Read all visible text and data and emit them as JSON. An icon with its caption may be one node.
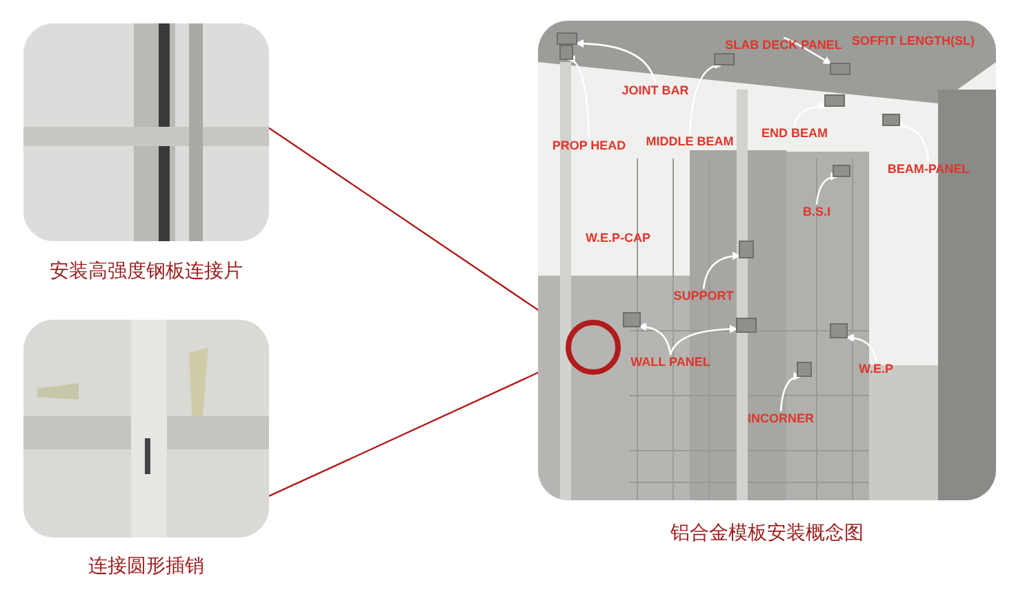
{
  "diagram": {
    "nodes": [
      {
        "text": [],
        "shape": "picture",
        "beside": [
          "安装高强度钢板连接片"
        ]
      },
      {
        "text": [],
        "shape": "picture",
        "beside": [
          "连接圆形插销"
        ]
      },
      {
        "text": [],
        "shape": "picture",
        "beside": [
          "铝合金模板安装概念图"
        ]
      },
      {
        "text": [],
        "shape": "circle",
        "in": 2
      },
      {
        "text": [
          "SLAB DECK PANEL"
        ],
        "in": 2
      },
      {
        "text": [
          "JOINT BAR"
        ],
        "in": 2
      },
      {
        "text": [
          "PROP HEAD"
        ],
        "in": 2
      },
      {
        "text": [
          "MIDDLE BEAM"
        ],
        "in": 2
      },
      {
        "text": [
          "END BEAM"
        ],
        "in": 2
      },
      {
        "text": [
          "BEAM-PANEL"
        ],
        "in": 2
      },
      {
        "text": [
          "B.S.I"
        ],
        "in": 2
      },
      {
        "text": [
          "SUPPORT"
        ],
        "in": 2
      },
      {
        "text": [
          "WALL PANEL"
        ],
        "in": 2
      },
      {
        "text": [
          "W.E.P"
        ],
        "in": 2
      },
      {
        "text": [
          "INCORNER"
        ],
        "in": 2
      },
      {
        "text": [],
        "shape": "box",
        "in": 2
      },
      {
        "text": [],
        "shape": "box",
        "in": 2
      },
      {
        "text": [],
        "shape": "box",
        "in": 2
      },
      {
        "text": [],
        "shape": "box",
        "in": 2
      },
      {
        "text": [],
        "shape": "box",
        "in": 2
      },
      {
        "text": [],
        "shape": "box",
        "in": 2
      },
      {
        "text": [],
        "shape": "box",
        "in": 2
      },
      {
        "text": [],
        "shape": "box",
        "in": 2
      },
      {
        "text": [],
        "shape": "box",
        "in": 2
      },
      {
        "text": [],
        "shape": "box",
        "in": 2
      },
      {
        "text": [],
        "shape": "box",
        "in": 2
      },
      {
        "text": [],
        "shape": "box",
        "in": 2
      }
    ],
    "edges": [
      {
        "from": 3,
        "to": 0,
        "arrow": "none",
        "color": "#b01c1c"
      },
      {
        "from": 3,
        "to": 1,
        "arrow": "none",
        "color": "#b01c1c"
      },
      {
        "from": 4,
        "to": 15,
        "arrow": "to"
      },
      {
        "from": 5,
        "to": 16,
        "arrow": "to"
      },
      {
        "from": 6,
        "to": 17,
        "arrow": "to"
      },
      {
        "from": 7,
        "to": 18,
        "arrow": "to"
      },
      {
        "from": 8,
        "to": 19,
        "arrow": "to"
      },
      {
        "from": 9,
        "to": 20,
        "arrow": "to"
      },
      {
        "from": 10,
        "to": 21,
        "arrow": "to"
      },
      {
        "from": 11,
        "to": 22,
        "arrow": "to"
      },
      {
        "from": 12,
        "to": 23,
        "arrow": "to"
      },
      {
        "from": 12,
        "to": 24,
        "arrow": "to"
      },
      {
        "from": 13,
        "to": 25,
        "arrow": "to"
      },
      {
        "from": 14,
        "to": 26,
        "arrow": "to"
      }
    ],
    "labels": [
      "SOFFIT LENGTH(SL)",
      "W.E.P-CAP"
    ]
  }
}
